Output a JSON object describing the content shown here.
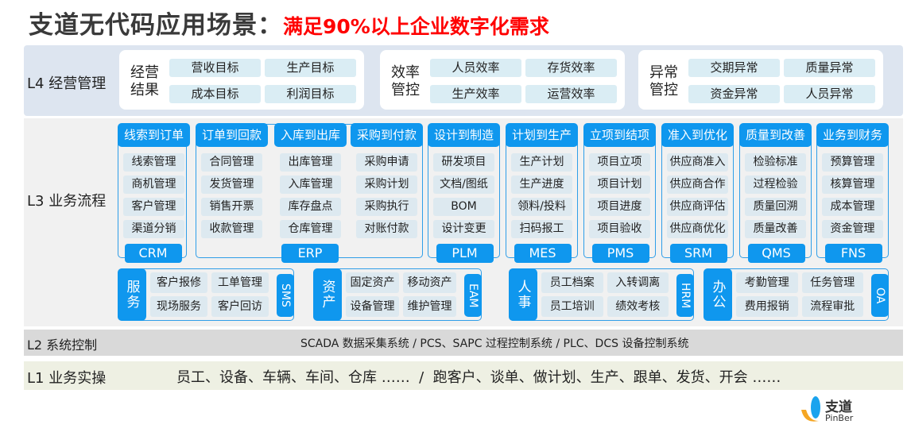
{
  "title": {
    "main": "支道无代码应用场景：",
    "highlight": "满足90%以上企业数字化需求"
  },
  "colors": {
    "accent": "#0f97ee",
    "highlight": "#ff0000"
  },
  "l4": {
    "label": "L4 经营管理",
    "groups": [
      {
        "label": "经营结果",
        "items": [
          "营收目标",
          "生产目标",
          "成本目标",
          "利润目标"
        ]
      },
      {
        "label": "效率管控",
        "items": [
          "人员效率",
          "存货效率",
          "生产效率",
          "运营效率"
        ]
      },
      {
        "label": "异常管控",
        "items": [
          "交期异常",
          "质量异常",
          "资金异常",
          "人员异常"
        ]
      }
    ]
  },
  "l3": {
    "label": "L3 业务流程",
    "columns": [
      {
        "header": "线索到订单",
        "items": [
          "线索管理",
          "商机管理",
          "客户管理",
          "渠道分销"
        ]
      },
      {
        "header": "订单到回款",
        "items": [
          "合同管理",
          "发货管理",
          "销售开票",
          "收款管理"
        ]
      },
      {
        "header": "入库到出库",
        "items": [
          "出库管理",
          "入库管理",
          "库存盘点",
          "仓库管理"
        ]
      },
      {
        "header": "采购到付款",
        "items": [
          "采购申请",
          "采购计划",
          "采购执行",
          "对账付款"
        ]
      },
      {
        "header": "设计到制造",
        "items": [
          "研发项目",
          "文档/图纸",
          "BOM",
          "设计变更"
        ]
      },
      {
        "header": "计划到生产",
        "items": [
          "生产计划",
          "生产进度",
          "领料/投料",
          "扫码报工"
        ]
      },
      {
        "header": "立项到结项",
        "items": [
          "项目立项",
          "项目计划",
          "项目进度",
          "项目验收"
        ]
      },
      {
        "header": "准入到优化",
        "items": [
          "供应商准入",
          "供应商合作",
          "供应商评估",
          "供应商优化"
        ]
      },
      {
        "header": "质量到改善",
        "items": [
          "检验标准",
          "过程检验",
          "质量回溯",
          "质量改善"
        ]
      },
      {
        "header": "业务到财务",
        "items": [
          "预算管理",
          "核算管理",
          "成本管理",
          "资金管理"
        ]
      }
    ],
    "systems": [
      "CRM",
      "ERP",
      "PLM",
      "MES",
      "PMS",
      "SRM",
      "QMS",
      "FNS"
    ],
    "groups": [
      {
        "label": "服务",
        "system": "SMS",
        "items": [
          "客户报修",
          "工单管理",
          "现场服务",
          "客户回访"
        ]
      },
      {
        "label": "资产",
        "system": "EAM",
        "items": [
          "固定资产",
          "移动资产",
          "设备管理",
          "维护管理"
        ]
      },
      {
        "label": "人事",
        "system": "HRM",
        "items": [
          "员工档案",
          "入转调离",
          "员工培训",
          "绩效考核"
        ]
      },
      {
        "label": "办公",
        "system": "OA",
        "items": [
          "考勤管理",
          "任务管理",
          "费用报销",
          "流程审批"
        ]
      }
    ]
  },
  "l2": {
    "label": "L2 系统控制",
    "text": "SCADA 数据采集系统 / PCS、SAPC 过程控制系统 / PLC、DCS 设备控制系统"
  },
  "l1": {
    "label": "L1 业务实操",
    "text": "员工、设备、车辆、车间、仓库 ……  /  跑客户、谈单、做计划、生产、跟单、发货、开会 ……"
  },
  "logo": {
    "name": "支道",
    "sub": "PinBer"
  }
}
